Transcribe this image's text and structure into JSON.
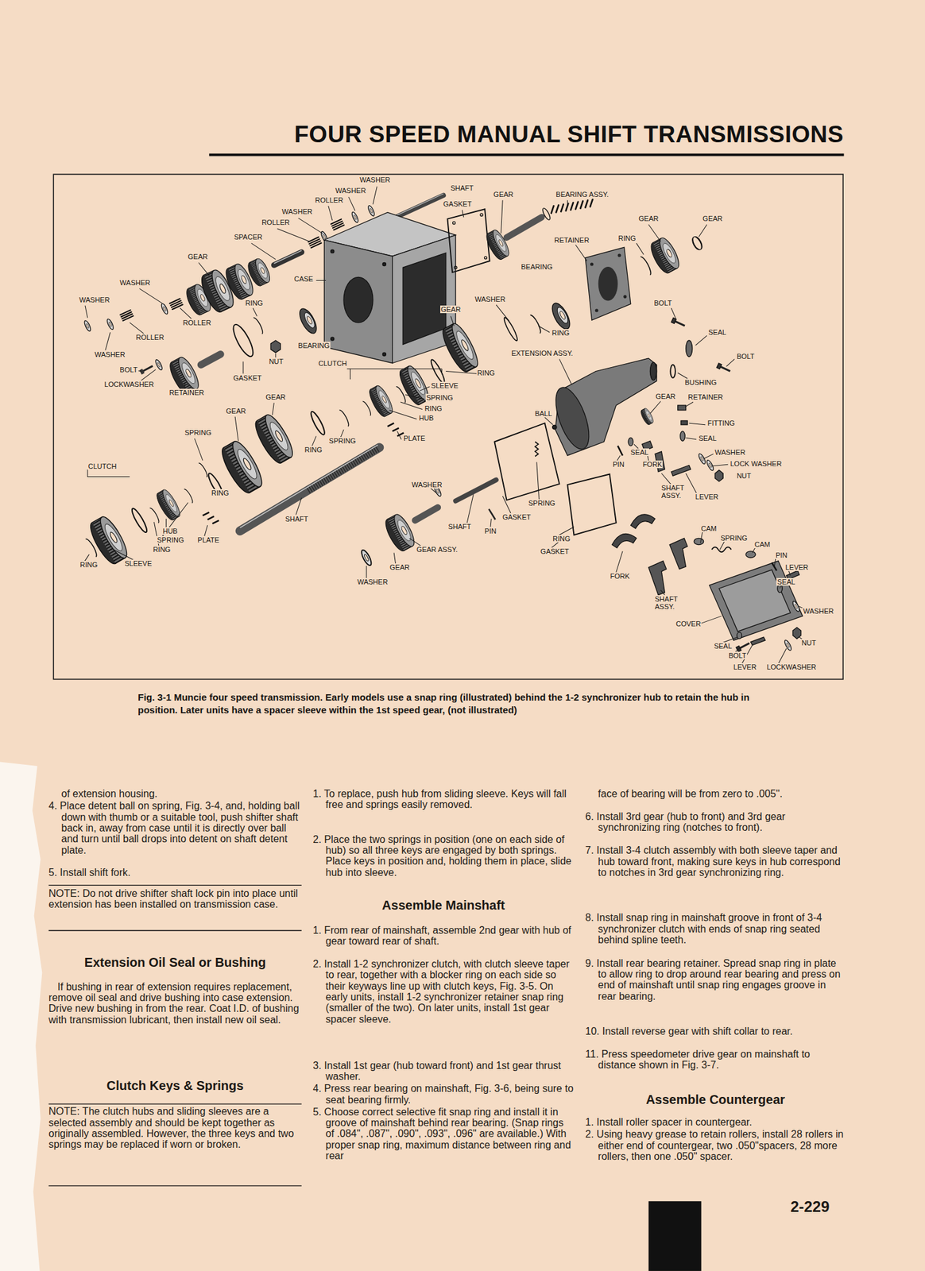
{
  "diagram": {
    "title": "FOUR SPEED MANUAL SHIFT TRANSMISSIONS",
    "caption": "Fig. 3-1 Muncie four speed transmission. Early models use a snap ring (illustrated) behind the 1-2 synchronizer hub to retain the hub in position. Later units have a spacer sleeve within the 1st speed gear, (not illustrated)",
    "labels": [
      "WASHER",
      "WASHER",
      "ROLLER",
      "WASHER",
      "ROLLER",
      "SPACER",
      "SHAFT",
      "GASKET",
      "GEAR",
      "BEARING ASSY.",
      "GEAR",
      "GEAR",
      "RETAINER",
      "RING",
      "GEAR",
      "CASE",
      "BEARING",
      "WASHER",
      "WASHER",
      "WASHER",
      "GEAR",
      "BOLT",
      "RING",
      "ROLLER",
      "ROLLER",
      "RING",
      "SEAL",
      "BEARING",
      "EXTENSION ASSY.",
      "BOLT",
      "WASHER",
      "NUT",
      "CLUTCH",
      "RING",
      "BOLT",
      "BUSHING",
      "LOCKWASHER",
      "GASKET",
      "RETAINER",
      "SLEEVE",
      "GEAR",
      "RETAINER",
      "GEAR",
      "SPRING",
      "RING",
      "HUB",
      "BALL",
      "GEAR",
      "FITTING",
      "PLATE",
      "SPRING",
      "SPRING",
      "SEAL",
      "RING",
      "SEAL",
      "WASHER",
      "LOCK WASHER",
      "NUT",
      "CLUTCH",
      "PIN",
      "FORK",
      "RING",
      "WASHER",
      "SHAFT ASSY.",
      "LEVER",
      "SPRING",
      "GASKET",
      "SHAFT",
      "SHAFT",
      "PIN",
      "CAM",
      "SPRING",
      "CAM",
      "HUB",
      "SPRING",
      "RING",
      "PLATE",
      "GEAR ASSY.",
      "RING",
      "GASKET",
      "PIN",
      "LEVER",
      "RING",
      "SLEEVE",
      "GEAR",
      "FORK",
      "SEAL",
      "WASHER",
      "SHAFT ASSY.",
      "WASHER",
      "COVER",
      "NUT",
      "SEAL",
      "BOLT",
      "LEVER",
      "LOCKWASHER",
      "of extension housing.",
      "4. Place detent ball on spring, Fig. 3-4, and, holding ball down with thumb or a suitable tool, push shifter shaft back in, away from case until it is directly over ball and turn until ball drops into detent on shaft detent plate.",
      "5. Install shift fork.",
      "NOTE: Do not drive shifter shaft lock pin into place until extension has been installed on transmission case.",
      "Extension Oil Seal or Bushing",
      "If bushing in rear of extension requires replacement, remove oil seal and drive bushing into case extension. Drive new bushing in from the rear. Coat I.D. of bushing with transmission lubricant, then install new oil seal.",
      "Clutch Keys & Springs",
      "NOTE: The clutch hubs and sliding sleeves are a selected assembly and should be kept together as originally assembled. However, the three keys and two springs may be replaced if worn or broken.",
      "1. To replace, push hub from sliding sleeve. Keys will fall free and springs easily removed.",
      "2. Place the two springs in position (one on each side of hub) so all three keys are engaged by both springs. Place keys in position and, holding them in place, slide hub into sleeve.",
      "Assemble Mainshaft",
      "1. From rear of mainshaft, assemble 2nd gear with hub of gear toward rear of shaft.",
      "2. Install 1-2 synchronizer clutch, with clutch sleeve taper to rear, together with a blocker ring on each side so their keyways line up with clutch keys, Fig. 3-5. On early units, install 1-2 synchronizer retainer snap ring (smaller of the two). On later units, install 1st gear spacer sleeve.",
      "3. Install 1st gear (hub toward front) and 1st gear thrust washer.",
      "4. Press rear bearing on mainshaft, Fig. 3-6, being sure to seat bearing firmly.",
      "5. Choose correct selective fit snap ring and install it in groove of mainshaft behind rear bearing. (Snap rings of .084\", .087\", .090\", .093\", .096\" are available.) With proper snap ring, maximum distance between ring and rear",
      "face of bearing will be from zero to .005\".",
      "6. Install 3rd gear (hub to front) and 3rd gear synchronizing ring (notches to front).",
      "7. Install 3-4 clutch assembly with both sleeve taper and hub toward front, making sure keys in hub correspond to notches in 3rd gear synchronizing ring.",
      "8. Install snap ring in mainshaft groove in front of 3-4 synchronizer clutch with ends of snap ring seated behind spline teeth.",
      "9. Install rear bearing retainer. Spread snap ring in plate to allow ring to drop around rear bearing and press on end of mainshaft until snap ring engages groove in rear bearing.",
      "10. Install reverse gear with shift collar to rear.",
      "11. Press speedometer drive gear on mainshaft to distance shown in Fig. 3-7.",
      "Assemble Countergear",
      "1. Install roller spacer in countergear.",
      "2. Using heavy grease to retain rollers, install 28 rollers in either end of countergear, two .050\"spacers, 28 more rollers, then one .050\" spacer.",
      "2-229"
    ]
  }
}
